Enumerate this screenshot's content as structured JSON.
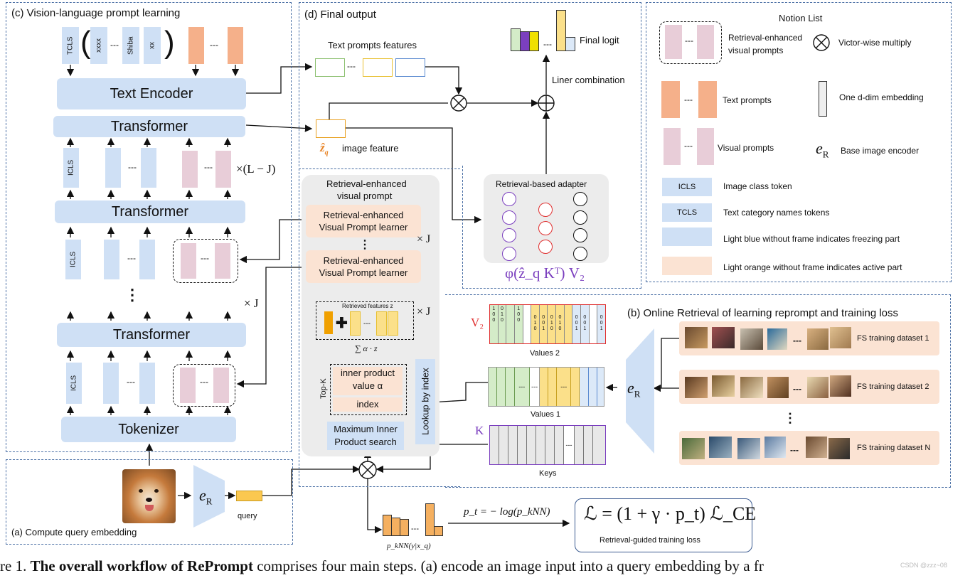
{
  "panels": {
    "c": "(c) Vision-language prompt learning",
    "d": "(d) Final output",
    "b": "(b) Online  Retrieval of learning reprompt and training loss",
    "a": "(a)  Compute query embedding"
  },
  "tokens": {
    "tcls": "TCLS",
    "t1": "xxxx",
    "t2": "Shiba",
    "t3": "xx",
    "icls": "ICLS",
    "dots": "---",
    "vdots": "⋮"
  },
  "encoder": {
    "text_encoder": "Text Encoder",
    "transformer": "Transformer",
    "tokenizer": "Tokenizer",
    "times_L_J": "×(L − J)",
    "times_J": "× J"
  },
  "final": {
    "text_prompts_features": "Text prompts features",
    "image_feature": "image feature",
    "z_hat": "ẑ",
    "z_sub": "q",
    "final_logit": "Final logit",
    "liner_combination": "Liner combination",
    "adapter_title": "Retrieval-based adapter",
    "adapter_formula": "φ(ẑ_q Kᵀ) V₂"
  },
  "retrieval": {
    "title_line1": "Retrieval-enhanced",
    "title_line2": "visual prompt",
    "learner_line1": "Retrieval-enhanced",
    "learner_line2": "Visual Prompt learner",
    "times_J": "× J",
    "retrieved_features": "Retrieved features z",
    "sum_formula": "∑ α · z",
    "inner_product_line1": "inner product",
    "inner_product_line2": "value α",
    "index": "index",
    "topk": "Top-K",
    "mips_line1": "Maximum Inner",
    "mips_line2": "Product search",
    "lookup": "Lookup by index"
  },
  "memory": {
    "v2_label": "V₂",
    "values2": "Values 2",
    "values1": "Values 1",
    "k_label": "K",
    "keys": "Keys",
    "er": "e",
    "er_sub": "R",
    "datasets": [
      "FS training dataset 1",
      "FS training dataset 2",
      "FS training dataset N"
    ]
  },
  "query": {
    "label": "query",
    "er": "e",
    "er_sub": "R"
  },
  "loss": {
    "pknn_label": "p_kNN(y|x_q)",
    "pt_formula": "p_t = − log(p_kNN)",
    "main_formula": "ℒ = (1 + γ · p_t) ℒ_CE",
    "caption": "Retrieval-guided training loss"
  },
  "notion": {
    "title": "Notion List",
    "items": [
      {
        "label": "Retrieval-enhanced\nvisual prompts"
      },
      {
        "label": "Victor-wise multiply"
      },
      {
        "label": "Text prompts"
      },
      {
        "label": "One d-dim embedding"
      },
      {
        "label": "Visual prompts"
      },
      {
        "label": "Base image encoder"
      },
      {
        "chip": "ICLS",
        "label": "Image class token"
      },
      {
        "chip": "TCLS",
        "label": "Text category names tokens"
      },
      {
        "label": "Light blue without frame indicates freezing part"
      },
      {
        "label": "Light orange without frame indicates active part"
      }
    ]
  },
  "caption": {
    "prefix": "re 1. ",
    "bold": "The overall workflow of RePrompt",
    "rest": " comprises four main steps. (a) encode an image input into a query embedding by a fr",
    "watermark": "CSDN @zzz~08"
  },
  "colors": {
    "blue": "#cfe0f5",
    "orange": "#f5b08a",
    "pink": "#e8cdd8",
    "lightorange": "#fbe3d3",
    "yellow": "#fbe08a",
    "green": "#d4ecc8",
    "purple": "#7b3fbf",
    "red": "#e03030"
  }
}
